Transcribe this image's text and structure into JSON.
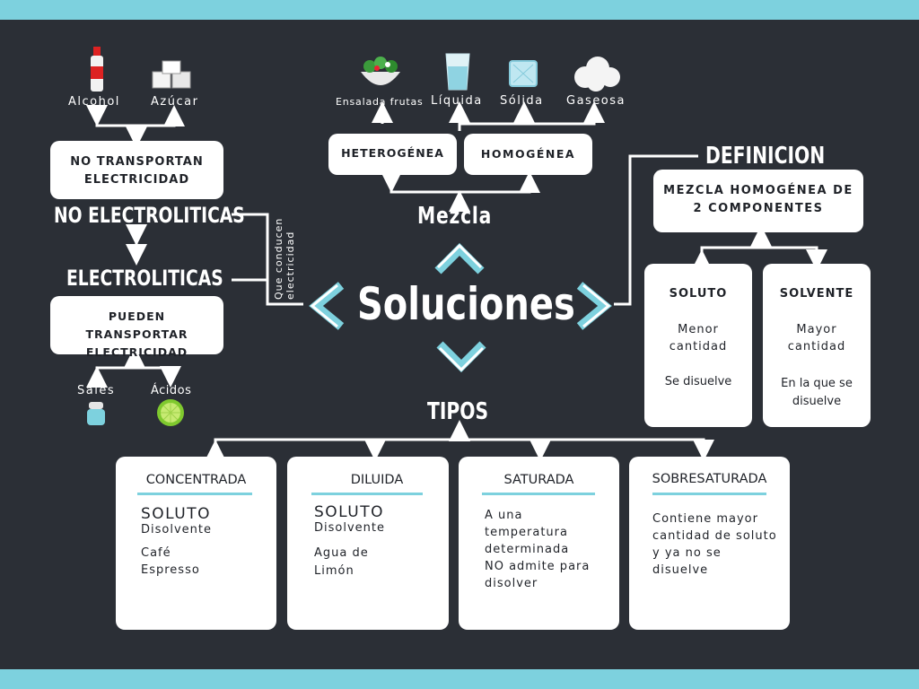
{
  "colors": {
    "background": "#2b2f36",
    "accent": "#7dd1de",
    "box": "#ffffff",
    "text_dark": "#1f2228"
  },
  "title": "Soluciones",
  "electrolytes": {
    "examples_top": [
      "Alcohol",
      "Azúcar"
    ],
    "no_transport": "NO TRANSPORTAN ELECTRICIDAD",
    "no_electroliticas": "NO ELECTROLITICAS",
    "electroliticas": "ELECTROLITICAS",
    "transport": "PUEDEN TRANSPORTAR ELECTRICIDAD",
    "examples_bottom": [
      "Sales",
      "Ácidos"
    ],
    "side_note_line1": "Que conducen",
    "side_note_line2": "electricidad"
  },
  "mezcla": {
    "title": "Mezcla",
    "heterogenea": "HETEROGÉNEA",
    "homogenea": "HOMOGÉNEA",
    "heterogenea_example": "Ensalada frutas",
    "homogenea_examples": [
      "Líquida",
      "Sólida",
      "Gaseosa"
    ]
  },
  "definicion": {
    "title": "DEFINICION",
    "text": "MEZCLA HOMOGÉNEA DE 2 COMPONENTES",
    "soluto": {
      "title": "SOLUTO",
      "quantity": "Menor cantidad",
      "role": "Se disuelve"
    },
    "solvente": {
      "title": "SOLVENTE",
      "quantity": "Mayor cantidad",
      "role": "En la que se disuelve"
    }
  },
  "tipos": {
    "title": "TIPOS",
    "concentrada": {
      "title": "CONCENTRADA",
      "line1": "SOLUTO",
      "line2": "Disolvente",
      "example": "Café Espresso"
    },
    "diluida": {
      "title": "DILUIDA",
      "line1": "SOLUTO",
      "line2": "Disolvente",
      "example": "Agua de Limón"
    },
    "saturada": {
      "title": "SATURADA",
      "text": "A una temperatura determinada NO admite para disolver"
    },
    "sobresaturada": {
      "title": "SOBRESATURADA",
      "text": "Contiene mayor cantidad de soluto y ya no se disuelve"
    }
  },
  "icons": [
    "alcohol-bottle-icon",
    "sugar-cubes-icon",
    "salad-bowl-icon",
    "water-glass-icon",
    "ice-cube-icon",
    "cloud-icon",
    "salt-shaker-icon",
    "lime-icon",
    "coffee-cup-icon",
    "lemonade-glass-icon"
  ]
}
